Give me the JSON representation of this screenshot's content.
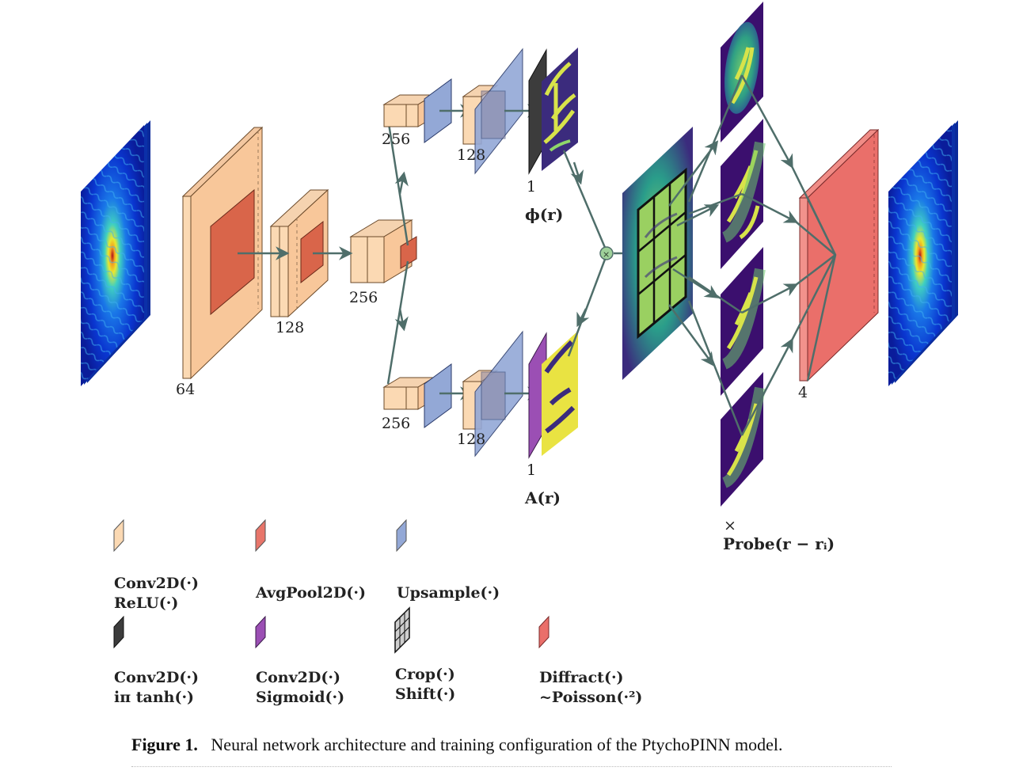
{
  "diagram": {
    "encoder_labels": [
      "64",
      "128",
      "256"
    ],
    "phase_branch": {
      "labels": [
        "256",
        "128",
        "1"
      ],
      "symbol": "ϕ(r)"
    },
    "amplitude_branch": {
      "labels": [
        "256",
        "128",
        "1"
      ],
      "symbol": "A(r)"
    },
    "multiply_symbol": "×",
    "probe_multiply": "×",
    "probe_label": "Probe(r − rᵢ)",
    "output_label": "4"
  },
  "legend": [
    {
      "line1": "Conv2D(·)",
      "line2": "ReLU(·)",
      "color": "#fbd9b3"
    },
    {
      "line1": "AvgPool2D(·)",
      "line2": "",
      "color": "#e8756a"
    },
    {
      "line1": "Upsample(·)",
      "line2": "",
      "color": "#93a8d6"
    },
    {
      "line1": "Conv2D(·)",
      "line2": "iπ tanh(·)",
      "color": "#3c3c3c"
    },
    {
      "line1": "Conv2D(·)",
      "line2": "Sigmoid(·)",
      "color": "#9b4fb4"
    },
    {
      "line1": "Crop(·)",
      "line2": "Shift(·)",
      "color": "#555555"
    },
    {
      "line1": "Diffract(·)",
      "line2": "~Poisson(·²)",
      "color": "#ea6f6a"
    }
  ],
  "caption": {
    "label": "Figure 1.",
    "text": "Neural network architecture and training configuration of the PtychoPINN model."
  }
}
